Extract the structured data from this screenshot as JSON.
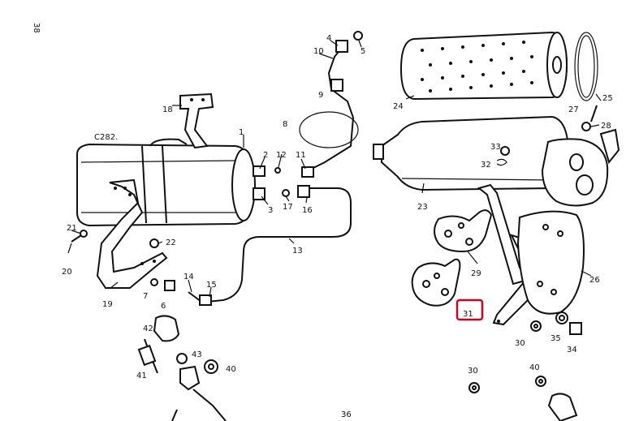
{
  "diagram": {
    "page_number": "36",
    "figure_code": "C282.",
    "corner_mark": "38",
    "highlight_color": "#d0021b",
    "highlighted_label": "31",
    "labels": [
      "1",
      "2",
      "3",
      "4",
      "5",
      "6",
      "7",
      "8",
      "9",
      "10",
      "11",
      "12",
      "13",
      "14",
      "15",
      "16",
      "17",
      "18",
      "19",
      "20",
      "21",
      "22",
      "23",
      "24",
      "25",
      "26",
      "27",
      "28",
      "29",
      "30",
      "30",
      "31",
      "32",
      "33",
      "34",
      "35",
      "40",
      "40",
      "41",
      "42",
      "43"
    ]
  }
}
